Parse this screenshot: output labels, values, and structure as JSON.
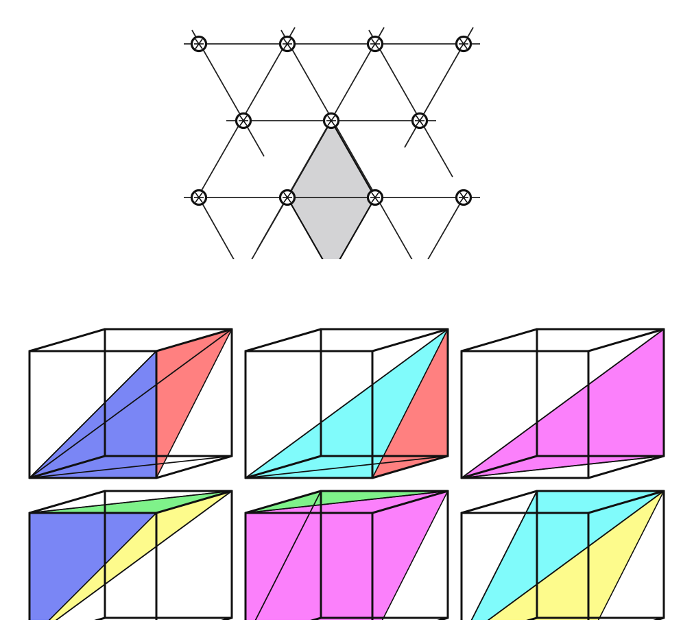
{
  "colors": {
    "blue": "#7a86f5",
    "red": "#ff8080",
    "cyan": "#80fbfb",
    "magenta": "#fb80fb",
    "green": "#7ff28a",
    "yellow": "#fdfb8c",
    "rhombus_gray": "#d3d3d5",
    "line": "#111111",
    "background": "#ffffff"
  },
  "lattice": {
    "description_shape": "triangular lattice with circled-cross nodes",
    "highlighted_cell": "rhombus",
    "highlight_color": "rhombus_gray"
  },
  "cube_panels": [
    {
      "row": 1,
      "col": 1,
      "faces": [
        "blue",
        "red"
      ]
    },
    {
      "row": 1,
      "col": 2,
      "faces": [
        "cyan",
        "red"
      ]
    },
    {
      "row": 1,
      "col": 3,
      "faces": [
        "magenta"
      ]
    },
    {
      "row": 2,
      "col": 1,
      "faces": [
        "blue",
        "yellow",
        "green"
      ]
    },
    {
      "row": 2,
      "col": 2,
      "faces": [
        "magenta",
        "green"
      ]
    },
    {
      "row": 2,
      "col": 3,
      "faces": [
        "cyan",
        "yellow"
      ]
    }
  ]
}
